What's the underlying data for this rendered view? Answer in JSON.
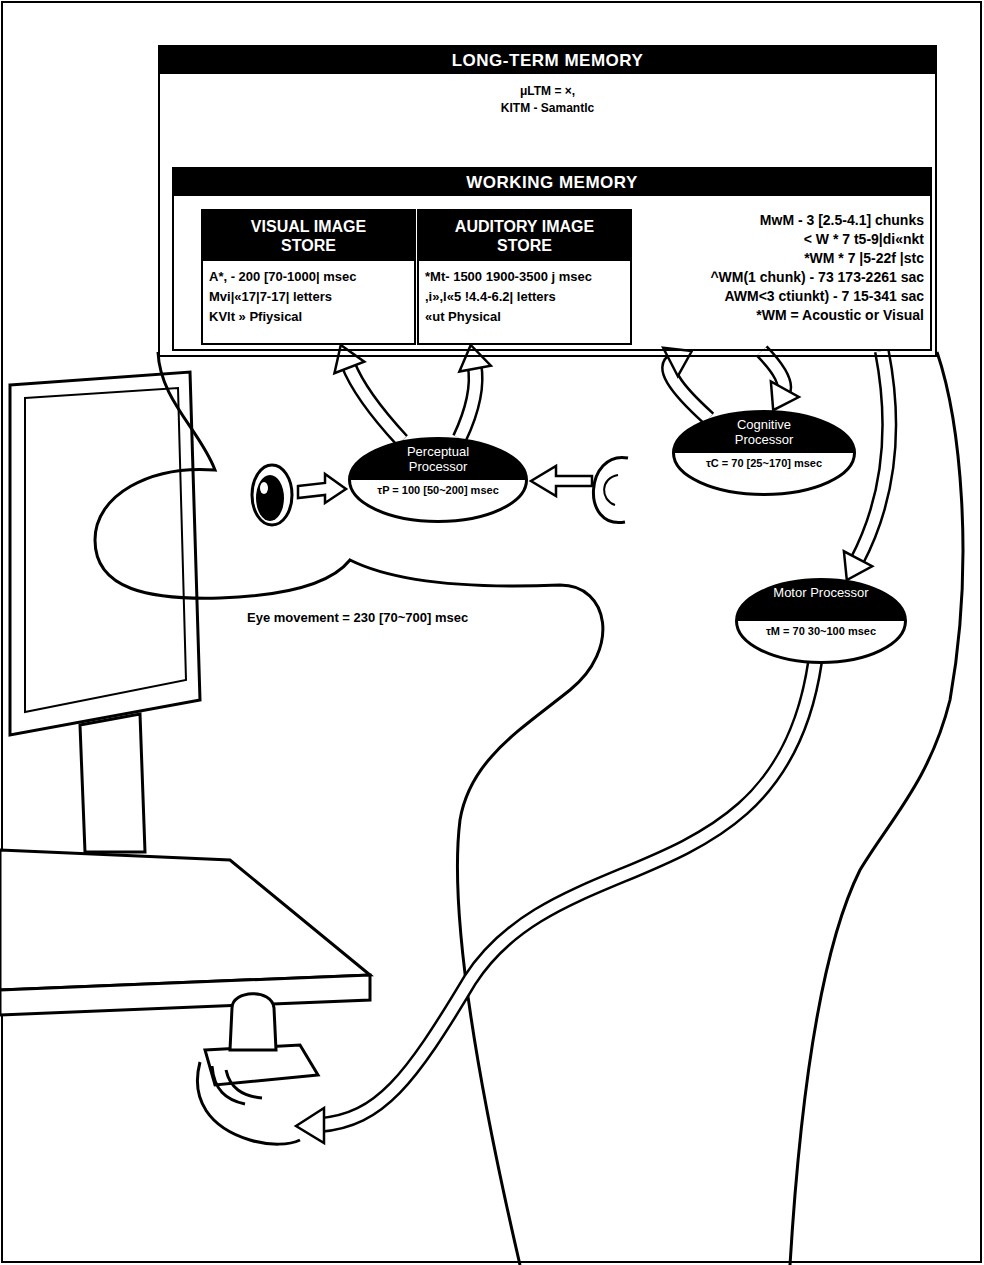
{
  "diagram": {
    "nodes": [
      {
        "text": [
          "LONG-TERM MEMORY",
          "μLTM = ×,",
          "KITM - Samantlc"
        ]
      },
      {
        "text": [
          "WORKING MEMORY",
          "MwM - 3 [2.5-4.1] chunks",
          "< W * 7 t5-9|di«nkt",
          "*WM * 7 |5-22f |stc",
          "^WM(1 chunk) - 73 173-2261 sac",
          "AWM<3 ctiunkt) - 7 15-341 sac",
          "*WM = Acoustic or Visual"
        ],
        "in": 0
      },
      {
        "text": [
          "VISUAL IMAGE STORE",
          "A*, - 200 [70-1000| msec",
          "Mvi|«17|7-17| letters",
          "KVlt » Pfiysical"
        ],
        "in": 1
      },
      {
        "text": [
          "AUDITORY IMAGE STORE",
          "*Mt- 1500 1900-3500 j msec",
          ",i»,l«5 !4.4-6.2| letters",
          "«ut Physical"
        ],
        "in": 1
      },
      {
        "text": [
          "Perceptual Processor",
          "τP = 100 [50~200] msec"
        ]
      },
      {
        "text": [
          "Cognitive Processor",
          "τC = 70 [25~170] msec"
        ]
      },
      {
        "text": [
          "Motor Processor",
          "τM = 70 30~100 msec"
        ]
      }
    ],
    "edges": [
      {
        "from": 4,
        "to": 2,
        "arrow": "to"
      },
      {
        "from": 4,
        "to": 3,
        "arrow": "to"
      },
      {
        "from": 5,
        "to": 1,
        "arrow": "to"
      },
      {
        "from": 1,
        "to": 5,
        "arrow": "to"
      },
      {
        "from": 1,
        "to": 6,
        "arrow": "to"
      }
    ],
    "labels": [
      "Eye movement = 230 [70~700] msec"
    ]
  }
}
